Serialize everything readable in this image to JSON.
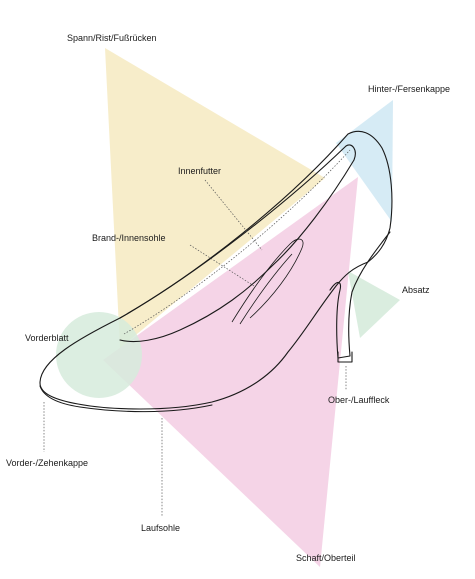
{
  "labels": {
    "spann": "Spann/Rist/Fußrücken",
    "hinterkappe": "Hinter-/Fersenkappe",
    "innenfutter": "Innenfutter",
    "brandsohle": "Brand-/Innensohle",
    "absatz": "Absatz",
    "vorderblatt": "Vorderblatt",
    "oberfleck": "Ober-/Lauffleck",
    "zehenkappe": "Vorder-/Zehenkappe",
    "laufsohle": "Laufsohle",
    "schaft": "Schaft/Oberteil"
  },
  "colors": {
    "spann_area": "#f6eac1",
    "hinterkappe_area": "#cfe8f3",
    "schaft_area": "#f1c6df",
    "vorderblatt_area": "#d6ebdc",
    "absatz_area": "#d6ebdc",
    "outline": "#1a1a1a"
  }
}
